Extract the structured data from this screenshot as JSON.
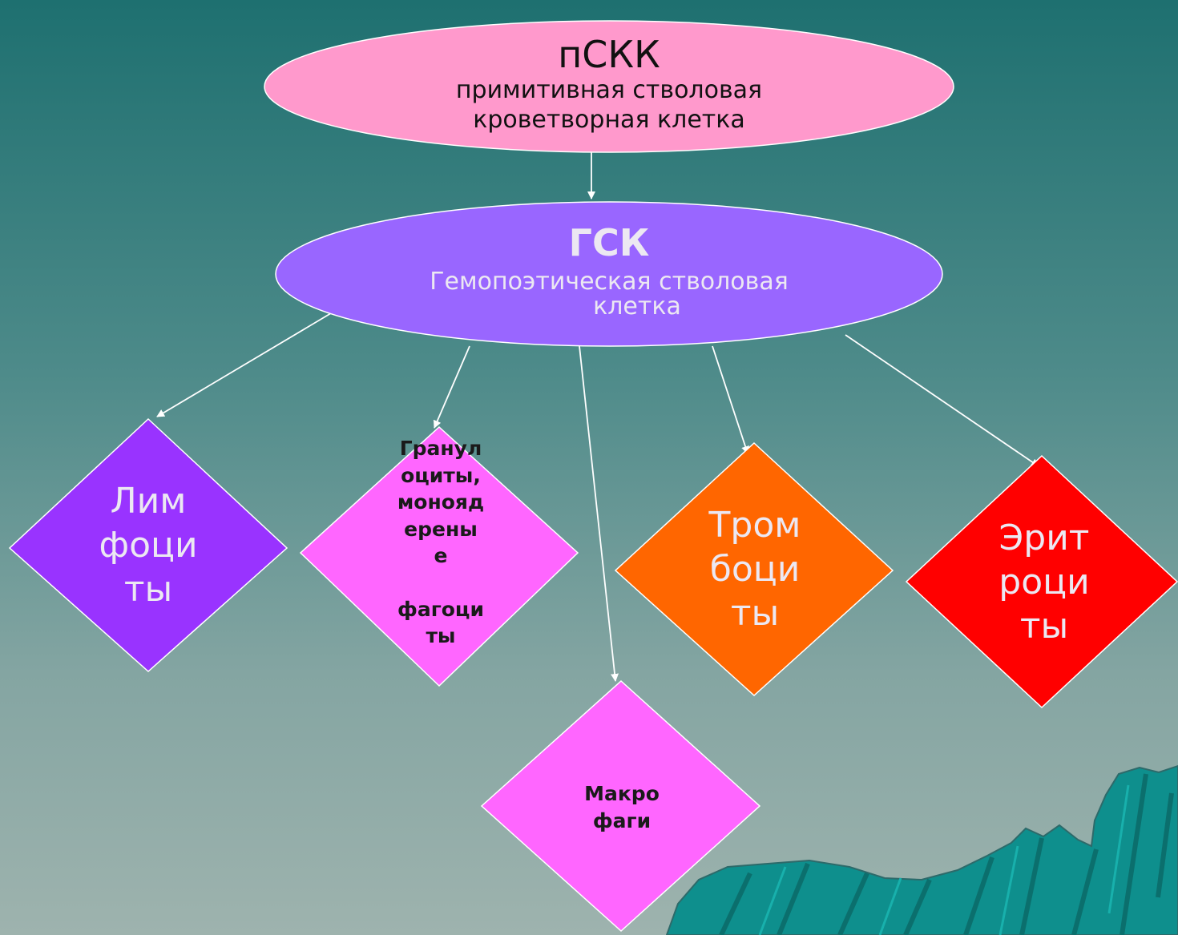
{
  "nodes": {
    "pskk": {
      "title": "пСКК",
      "line1": "примитивная стволовая",
      "line2": "кроветворная клетка",
      "fill": "#ff99cc"
    },
    "gsk": {
      "title": "ГСК",
      "line1": "Гемопоэтическая стволовая",
      "line2": "клетка",
      "fill": "#9966ff"
    },
    "lymphocytes": {
      "lines": [
        "Лим",
        "фоци",
        "ты"
      ],
      "fill": "#9933ff"
    },
    "granulocytes": {
      "lines": [
        "Гранул",
        "оциты,",
        "монояд",
        "ерены",
        "е",
        "",
        "фагоци",
        "ты"
      ],
      "fill": "#ff66ff"
    },
    "macrophages": {
      "lines": [
        "Макро",
        "фаги"
      ],
      "fill": "#ff66ff"
    },
    "thrombocytes": {
      "lines": [
        "Тром",
        "боци",
        "ты"
      ],
      "fill": "#ff6600"
    },
    "erythrocytes": {
      "lines": [
        "Эрит",
        "роци",
        "ты"
      ],
      "fill": "#ff0000"
    }
  },
  "colors": {
    "background_top": "#1e7070",
    "background_bottom": "#9eb3ae",
    "arrow": "#ffffff",
    "decoration": "#009999"
  }
}
